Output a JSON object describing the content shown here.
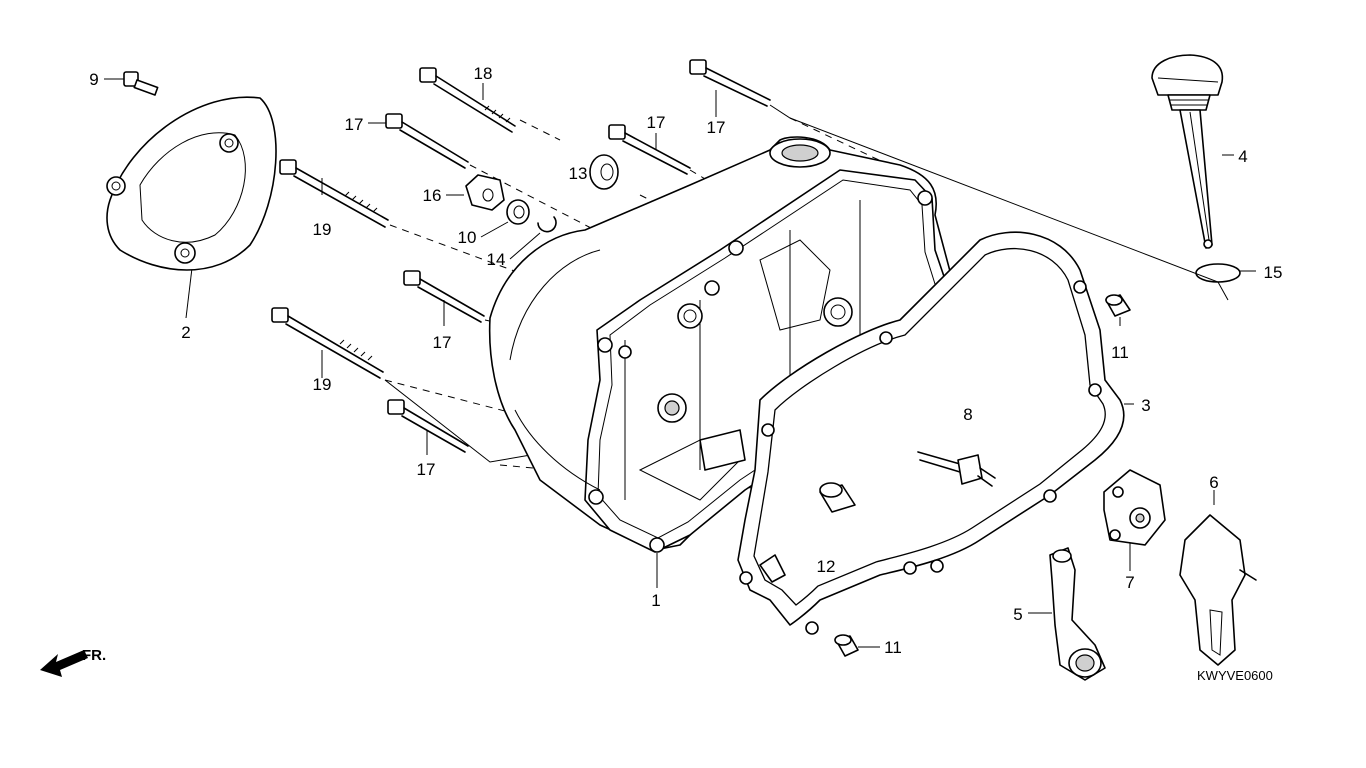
{
  "diagram": {
    "catalog_code": "KWYVE0600",
    "front_indicator": "FR.",
    "callouts": [
      {
        "id": "c1",
        "text": "1",
        "part": "right-crankcase-cover"
      },
      {
        "id": "c2",
        "text": "2",
        "part": "clutch-cover-plate"
      },
      {
        "id": "c3",
        "text": "3",
        "part": "cover-gasket"
      },
      {
        "id": "c4",
        "text": "4",
        "part": "oil-level-gauge"
      },
      {
        "id": "c5",
        "text": "5",
        "part": "clutch-lifter-arm"
      },
      {
        "id": "c6",
        "text": "6",
        "part": "lifter-cam-plate"
      },
      {
        "id": "c7",
        "text": "7",
        "part": "lifter-plate"
      },
      {
        "id": "c8",
        "text": "8",
        "part": "stud-bolt"
      },
      {
        "id": "c9",
        "text": "9",
        "part": "screw"
      },
      {
        "id": "c10",
        "text": "10",
        "part": "washer"
      },
      {
        "id": "c11a",
        "text": "11",
        "part": "dowel-pin"
      },
      {
        "id": "c11b",
        "text": "11",
        "part": "dowel-pin"
      },
      {
        "id": "c12",
        "text": "12",
        "part": "dowel-pin"
      },
      {
        "id": "c13",
        "text": "13",
        "part": "oil-seal"
      },
      {
        "id": "c14",
        "text": "14",
        "part": "circlip"
      },
      {
        "id": "c15",
        "text": "15",
        "part": "o-ring"
      },
      {
        "id": "c16",
        "text": "16",
        "part": "collar"
      },
      {
        "id": "c17a",
        "text": "17",
        "part": "flange-bolt"
      },
      {
        "id": "c17b",
        "text": "17",
        "part": "flange-bolt"
      },
      {
        "id": "c17c",
        "text": "17",
        "part": "flange-bolt"
      },
      {
        "id": "c17d",
        "text": "17",
        "part": "flange-bolt"
      },
      {
        "id": "c17e",
        "text": "17",
        "part": "flange-bolt"
      },
      {
        "id": "c18",
        "text": "18",
        "part": "flange-bolt"
      },
      {
        "id": "c19a",
        "text": "19",
        "part": "flange-bolt"
      },
      {
        "id": "c19b",
        "text": "19",
        "part": "flange-bolt"
      }
    ]
  }
}
